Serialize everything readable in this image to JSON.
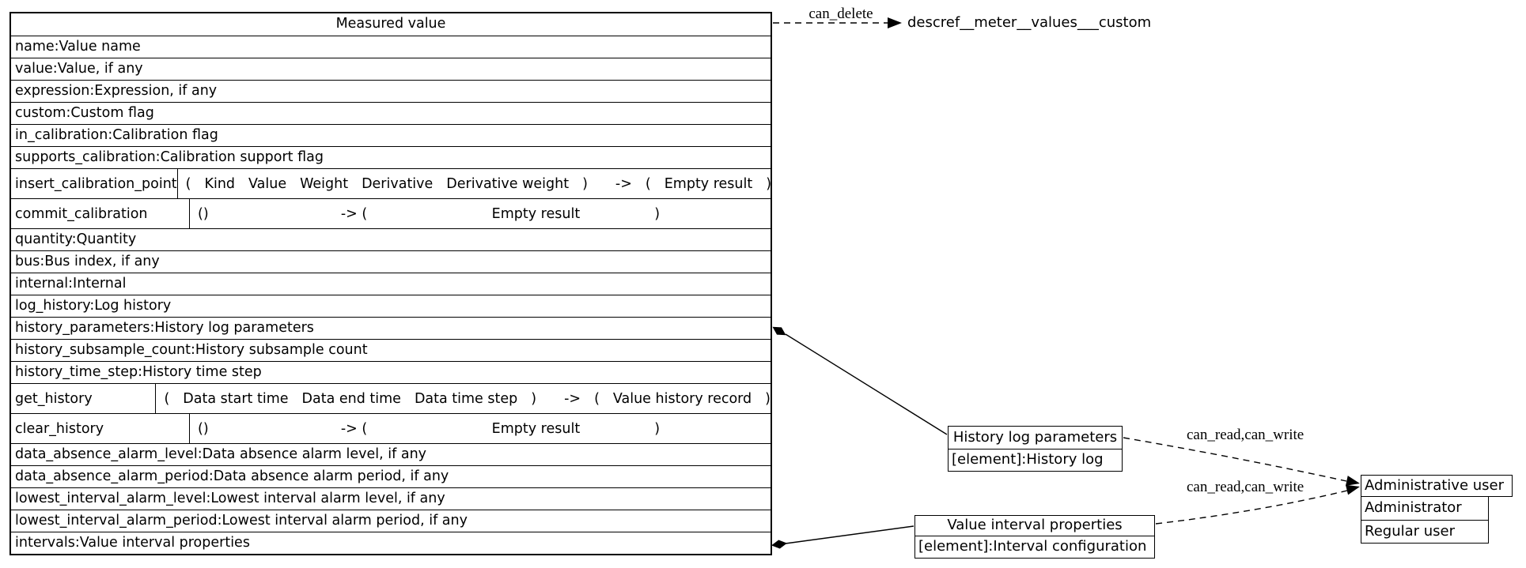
{
  "diagram": {
    "main_table": {
      "title": "Measured value",
      "rows": [
        {
          "type": "field",
          "text": "name:Value name"
        },
        {
          "type": "field",
          "text": "value:Value, if any"
        },
        {
          "type": "field",
          "text": "expression:Expression, if any"
        },
        {
          "type": "field",
          "text": "custom:Custom flag"
        },
        {
          "type": "field",
          "text": "in_calibration:Calibration flag"
        },
        {
          "type": "field",
          "text": "supports_calibration:Calibration support flag"
        },
        {
          "type": "method",
          "name": "insert_calibration_point",
          "signature": [
            "(",
            "Kind",
            "Value",
            "Weight",
            "Derivative",
            "Derivative weight",
            ")",
            "->",
            "(",
            "Empty result",
            ")"
          ]
        },
        {
          "type": "method_spread",
          "name": "commit_calibration",
          "parts": {
            "params": "()",
            "arrow": "-> (",
            "result": "Empty result",
            "close": ")"
          }
        },
        {
          "type": "field",
          "text": "quantity:Quantity"
        },
        {
          "type": "field",
          "text": "bus:Bus index, if any"
        },
        {
          "type": "field",
          "text": "internal:Internal"
        },
        {
          "type": "field",
          "text": "log_history:Log history"
        },
        {
          "type": "field",
          "text": "history_parameters:History log parameters"
        },
        {
          "type": "field",
          "text": "history_subsample_count:History subsample count"
        },
        {
          "type": "field",
          "text": "history_time_step:History time step"
        },
        {
          "type": "method",
          "name": "get_history",
          "signature": [
            "(",
            "Data start time",
            "Data end time",
            "Data time step",
            ")",
            "->",
            "(",
            "Value history record",
            ")"
          ]
        },
        {
          "type": "method_spread",
          "name": "clear_history",
          "parts": {
            "params": "()",
            "arrow": "-> (",
            "result": "Empty result",
            "close": ")"
          }
        },
        {
          "type": "field",
          "text": "data_absence_alarm_level:Data absence alarm level, if any"
        },
        {
          "type": "field",
          "text": "data_absence_alarm_period:Data absence alarm period, if any"
        },
        {
          "type": "field",
          "text": "lowest_interval_alarm_level:Lowest interval alarm level, if any"
        },
        {
          "type": "field",
          "text": "lowest_interval_alarm_period:Lowest interval alarm period, if any"
        },
        {
          "type": "field",
          "text": "intervals:Value interval properties"
        }
      ]
    },
    "nodes": {
      "descref": "descref__meter__values___custom",
      "history_box": {
        "title": "History log parameters",
        "element": "[element]:History log"
      },
      "interval_box": {
        "title": "Value interval properties",
        "element": "[element]:Interval configuration"
      },
      "admin_box": {
        "title": "Administrative user",
        "row1": "Administrator",
        "row2": "Regular user"
      }
    },
    "edge_labels": {
      "can_delete": "can_delete",
      "can_read_write_1": "can_read,can_write",
      "can_read_write_2": "can_read,can_write"
    },
    "colors": {
      "line": "#000000",
      "background": "#ffffff",
      "text": "#000000"
    }
  }
}
